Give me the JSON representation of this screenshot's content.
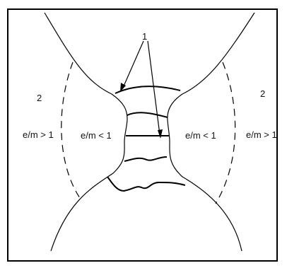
{
  "labels": {
    "callout": "1",
    "left_region": "2",
    "right_region": "2",
    "left_outer_ratio": "e/m > 1",
    "left_inner_ratio": "e/m < 1",
    "right_inner_ratio": "e/m < 1",
    "right_outer_ratio": "e/m > 1"
  }
}
